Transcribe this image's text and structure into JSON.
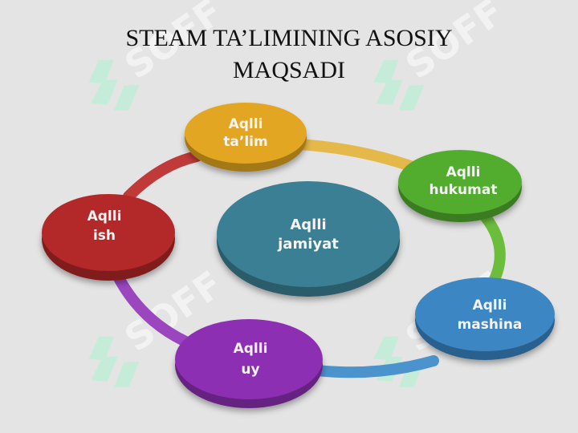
{
  "title": {
    "line1": "STEAM TA’LIMINING ASOSIY",
    "line2": "MAQSADI"
  },
  "center": {
    "line1": "Aqlli",
    "line2": "jamiyat",
    "color": "#3a7f93"
  },
  "nodes": [
    {
      "id": "talim",
      "line1": "Aqlli",
      "line2": "ta’lim",
      "color": "#e3a623"
    },
    {
      "id": "hukumat",
      "line1": "Aqlli",
      "line2": "hukumat",
      "color": "#52ac2e"
    },
    {
      "id": "mashina",
      "line1": "Aqlli",
      "line2": "mashina",
      "color": "#3d86c4"
    },
    {
      "id": "uy",
      "line1": "Aqlli",
      "line2": "uy",
      "color": "#8d2fb3"
    },
    {
      "id": "ish",
      "line1": "Aqlli",
      "line2": "ish",
      "color": "#b32828"
    }
  ],
  "ring_colors": [
    "#e5b84a",
    "#6dbd3c",
    "#4b93cc",
    "#9b46bf",
    "#c03a3a"
  ],
  "watermark": {
    "icon": "soff-logo-icon",
    "text": "SOFF"
  }
}
